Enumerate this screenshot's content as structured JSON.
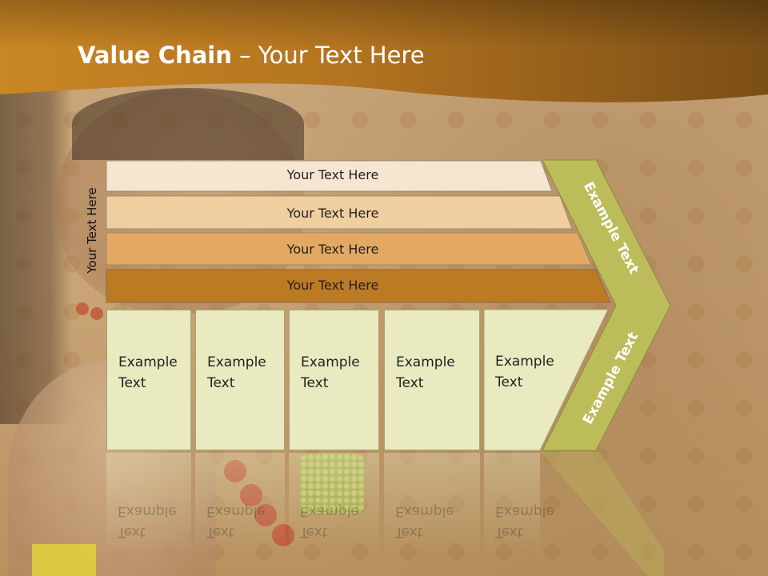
{
  "title": {
    "bold": "Value Chain",
    "rest": " – Your Text Here"
  },
  "side_label": "Your Text Here",
  "bars": [
    {
      "label": "Your Text Here",
      "color": "#f5e6d2"
    },
    {
      "label": "Your Text Here",
      "color": "#efcf9f"
    },
    {
      "label": "Your Text Here",
      "color": "#e3a962"
    },
    {
      "label": "Your Text Here",
      "color": "#bd7a25"
    }
  ],
  "columns": [
    {
      "line1": "Example",
      "line2": "Text"
    },
    {
      "line1": "Example",
      "line2": "Text"
    },
    {
      "line1": "Example",
      "line2": "Text"
    },
    {
      "line1": "Example",
      "line2": "Text"
    },
    {
      "line1": "Example",
      "line2": "Text"
    }
  ],
  "chevron": {
    "top_label": "Example Text",
    "bottom_label": "Example Text",
    "color": "#bdbc5a"
  },
  "colors": {
    "header_dark": "#7a4e16",
    "header_light": "#c98624"
  }
}
